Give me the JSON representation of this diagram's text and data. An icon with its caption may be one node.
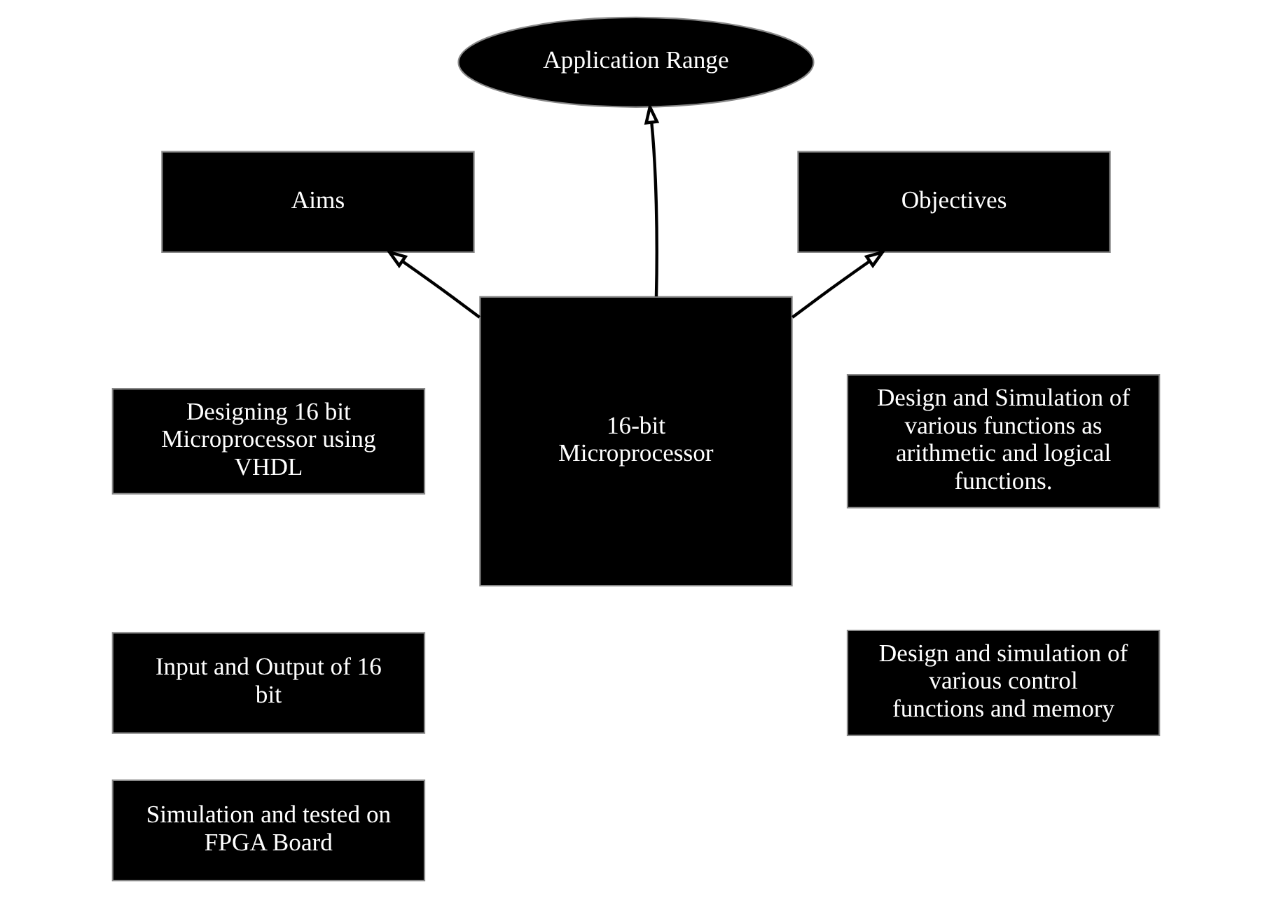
{
  "diagram": {
    "nodes": [
      {
        "text": [
          "Application Range"
        ]
      },
      {
        "text": [
          "Aims"
        ]
      },
      {
        "text": [
          "Objectives"
        ]
      },
      {
        "text": [
          "Designing 16 bit Microprocessor using VHDL"
        ]
      },
      {
        "text": [
          "Input and Output of 16 bit"
        ]
      },
      {
        "text": [
          "Simulation and tested on FPGA Board"
        ]
      },
      {
        "text": [
          "16-bit",
          "Microprocessor"
        ]
      },
      {
        "text": [
          "Design and Simulation of various functions as arithmetic and logical functions."
        ]
      },
      {
        "text": [
          "Design and simulation of various control functions and memory"
        ]
      }
    ],
    "edges": [
      {
        "from": 6,
        "to": 0,
        "arrow": "to"
      },
      {
        "from": 6,
        "to": 1,
        "arrow": "to"
      },
      {
        "from": 6,
        "to": 2,
        "arrow": "to"
      }
    ]
  }
}
